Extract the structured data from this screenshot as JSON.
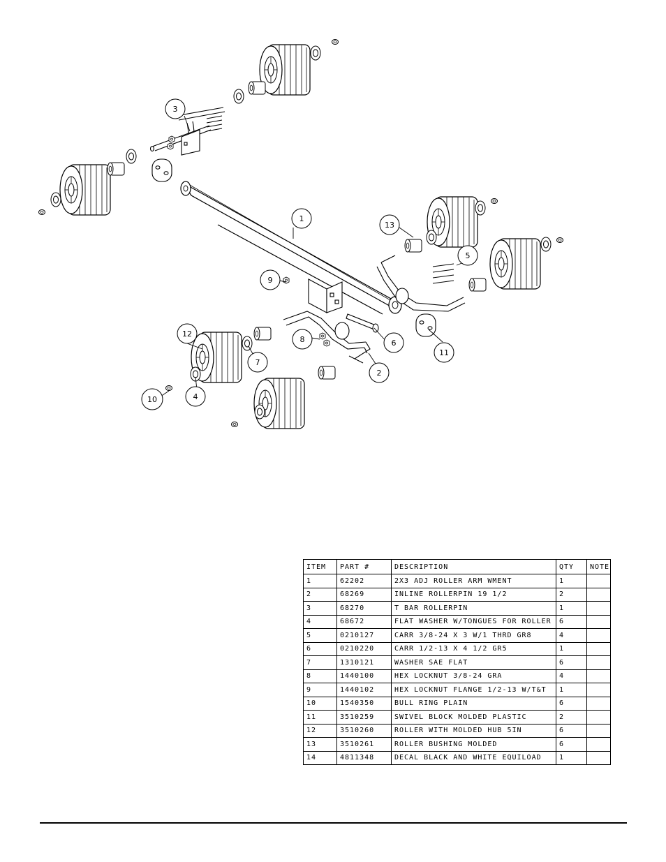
{
  "callouts": [
    "1",
    "2",
    "3",
    "4",
    "5",
    "6",
    "7",
    "8",
    "9",
    "10",
    "11",
    "12",
    "13"
  ],
  "table": {
    "headers": [
      "ITEM",
      "PART #",
      "DESCRIPTION",
      "QTY",
      "NOTE"
    ],
    "rows": [
      {
        "item": "1",
        "part": "62202",
        "desc": "2X3 ADJ ROLLER ARM WMENT",
        "qty": "1",
        "note": ""
      },
      {
        "item": "2",
        "part": "68269",
        "desc": "INLINE ROLLERPIN 19 1/2",
        "qty": "2",
        "note": ""
      },
      {
        "item": "3",
        "part": "68270",
        "desc": "T BAR ROLLERPIN",
        "qty": "1",
        "note": ""
      },
      {
        "item": "4",
        "part": "68672",
        "desc": "FLAT WASHER W/TONGUES FOR ROLLER",
        "qty": "6",
        "note": ""
      },
      {
        "item": "5",
        "part": "0210127",
        "desc": "CARR 3/8-24 X 3 W/1 THRD GR8",
        "qty": "4",
        "note": ""
      },
      {
        "item": "6",
        "part": "0210220",
        "desc": "CARR 1/2-13 X 4 1/2 GR5",
        "qty": "1",
        "note": ""
      },
      {
        "item": "7",
        "part": "1310121",
        "desc": "WASHER SAE FLAT",
        "qty": "6",
        "note": ""
      },
      {
        "item": "8",
        "part": "1440100",
        "desc": "HEX LOCKNUT 3/8-24 GRA",
        "qty": "4",
        "note": ""
      },
      {
        "item": "9",
        "part": "1440102",
        "desc": "HEX LOCKNUT FLANGE 1/2-13 W/T&T",
        "qty": "1",
        "note": ""
      },
      {
        "item": "10",
        "part": "1540350",
        "desc": "BULL RING PLAIN",
        "qty": "6",
        "note": ""
      },
      {
        "item": "11",
        "part": "3510259",
        "desc": "SWIVEL BLOCK MOLDED PLASTIC",
        "qty": "2",
        "note": ""
      },
      {
        "item": "12",
        "part": "3510260",
        "desc": "ROLLER WITH MOLDED HUB 5IN",
        "qty": "6",
        "note": ""
      },
      {
        "item": "13",
        "part": "3510261",
        "desc": "ROLLER BUSHING MOLDED",
        "qty": "6",
        "note": ""
      },
      {
        "item": "14",
        "part": "4811348",
        "desc": "DECAL BLACK AND WHITE EQUILOAD",
        "qty": "1",
        "note": ""
      }
    ]
  }
}
